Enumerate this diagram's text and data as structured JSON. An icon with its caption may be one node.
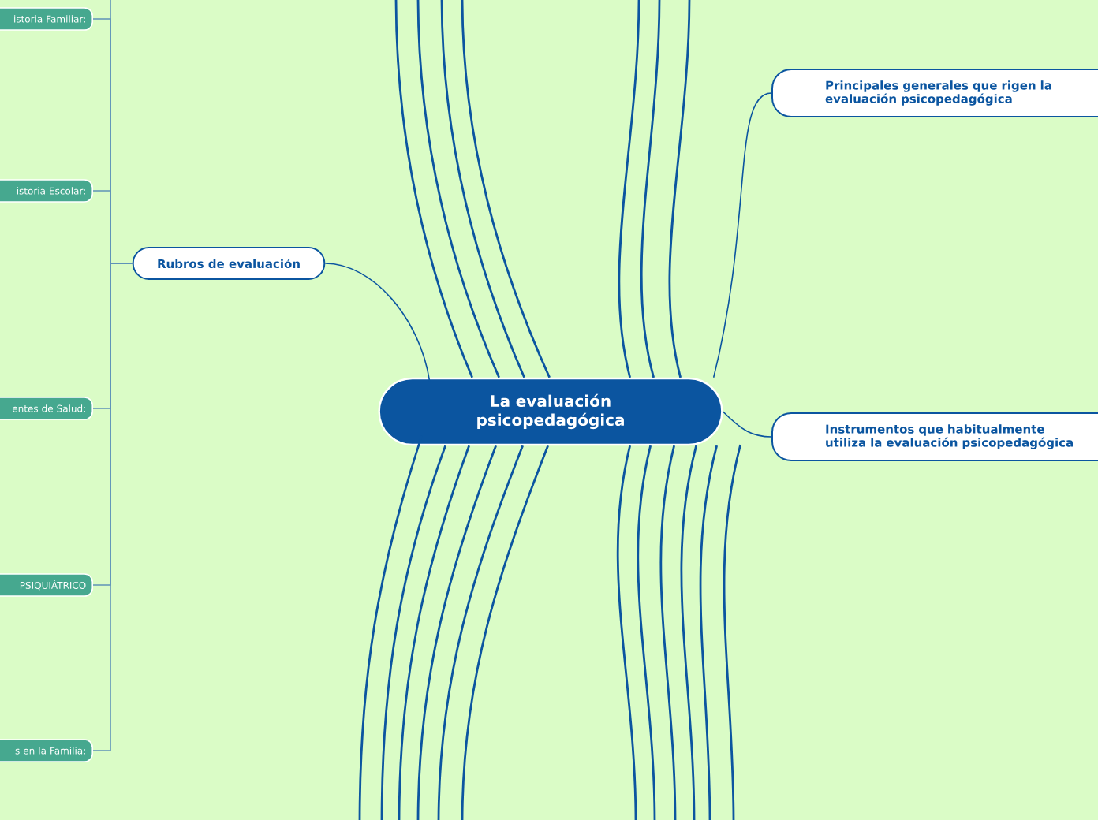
{
  "diagram": {
    "nodes": [
      {
        "text": [
          "La evaluación psicopedagógica"
        ]
      },
      {
        "text": [
          "Rubros de evaluación"
        ]
      },
      {
        "text": [
          "Principales generales que rigen la evaluación psicopedagógica"
        ]
      },
      {
        "text": [
          "Instrumentos que habitualmente utiliza la evaluación psicopedagógica"
        ]
      },
      {
        "text": [
          "istoria Familiar:"
        ]
      },
      {
        "text": [
          "istoria Escolar:"
        ]
      },
      {
        "text": [
          "entes de Salud:"
        ]
      },
      {
        "text": [
          "PSIQUIÁTRICO"
        ]
      },
      {
        "text": [
          "s en la Familia:"
        ]
      }
    ],
    "edges": [
      {
        "from": 0,
        "to": 1,
        "arrow": "none"
      },
      {
        "from": 0,
        "to": 2,
        "arrow": "none"
      },
      {
        "from": 0,
        "to": 3,
        "arrow": "none"
      },
      {
        "from": 1,
        "to": 4,
        "arrow": "none",
        "color": "#5f93b8"
      },
      {
        "from": 1,
        "to": 5,
        "arrow": "none",
        "color": "#5f93b8"
      },
      {
        "from": 1,
        "to": 6,
        "arrow": "none",
        "color": "#5f93b8"
      },
      {
        "from": 1,
        "to": 7,
        "arrow": "none",
        "color": "#5f93b8"
      },
      {
        "from": 1,
        "to": 8,
        "arrow": "none",
        "color": "#5f93b8"
      },
      {
        "from": 1,
        "to": null,
        "arrow": "none",
        "color": "#5f93b8"
      },
      {
        "from": 0,
        "to": null,
        "arrow": "none"
      },
      {
        "from": 0,
        "to": null,
        "arrow": "none"
      },
      {
        "from": 0,
        "to": null,
        "arrow": "none"
      },
      {
        "from": 0,
        "to": null,
        "arrow": "none"
      },
      {
        "from": 0,
        "to": null,
        "arrow": "none"
      },
      {
        "from": 0,
        "to": null,
        "arrow": "none"
      },
      {
        "from": 0,
        "to": null,
        "arrow": "none"
      },
      {
        "from": 0,
        "to": null,
        "arrow": "none"
      },
      {
        "from": 0,
        "to": null,
        "arrow": "none"
      },
      {
        "from": 0,
        "to": null,
        "arrow": "none"
      },
      {
        "from": 0,
        "to": null,
        "arrow": "none"
      },
      {
        "from": 0,
        "to": null,
        "arrow": "none"
      },
      {
        "from": 0,
        "to": null,
        "arrow": "none"
      },
      {
        "from": 0,
        "to": null,
        "arrow": "none"
      },
      {
        "from": 0,
        "to": null,
        "arrow": "none"
      },
      {
        "from": 0,
        "to": null,
        "arrow": "none"
      },
      {
        "from": 0,
        "to": null,
        "arrow": "none"
      },
      {
        "from": 0,
        "to": null,
        "arrow": "none"
      },
      {
        "from": 0,
        "to": null,
        "arrow": "none"
      }
    ]
  }
}
